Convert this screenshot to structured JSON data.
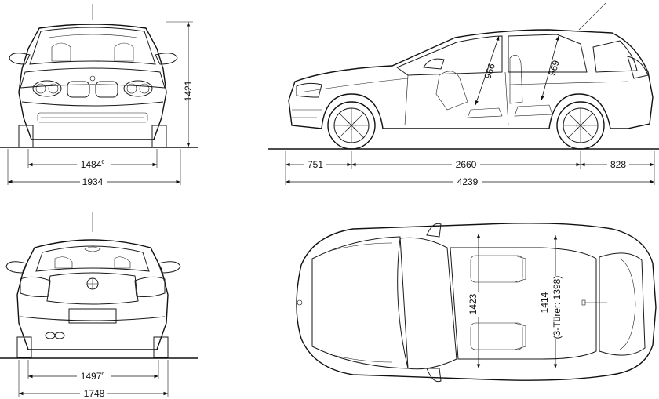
{
  "dimensions": {
    "front_height": "1421",
    "front_track": "1484",
    "front_track_sup": "6",
    "front_width": "1934",
    "side_front_overhang": "751",
    "side_wheelbase": "2660",
    "side_rear_overhang": "828",
    "side_length": "4239",
    "side_headroom_front": "966",
    "side_headroom_rear": "969",
    "rear_track": "1497",
    "rear_track_sup": "6",
    "rear_width": "1748",
    "top_front_shoulder": "1423",
    "top_rear_shoulder": "1414",
    "top_rear_shoulder_note": "(3-Türer: 1398)"
  }
}
